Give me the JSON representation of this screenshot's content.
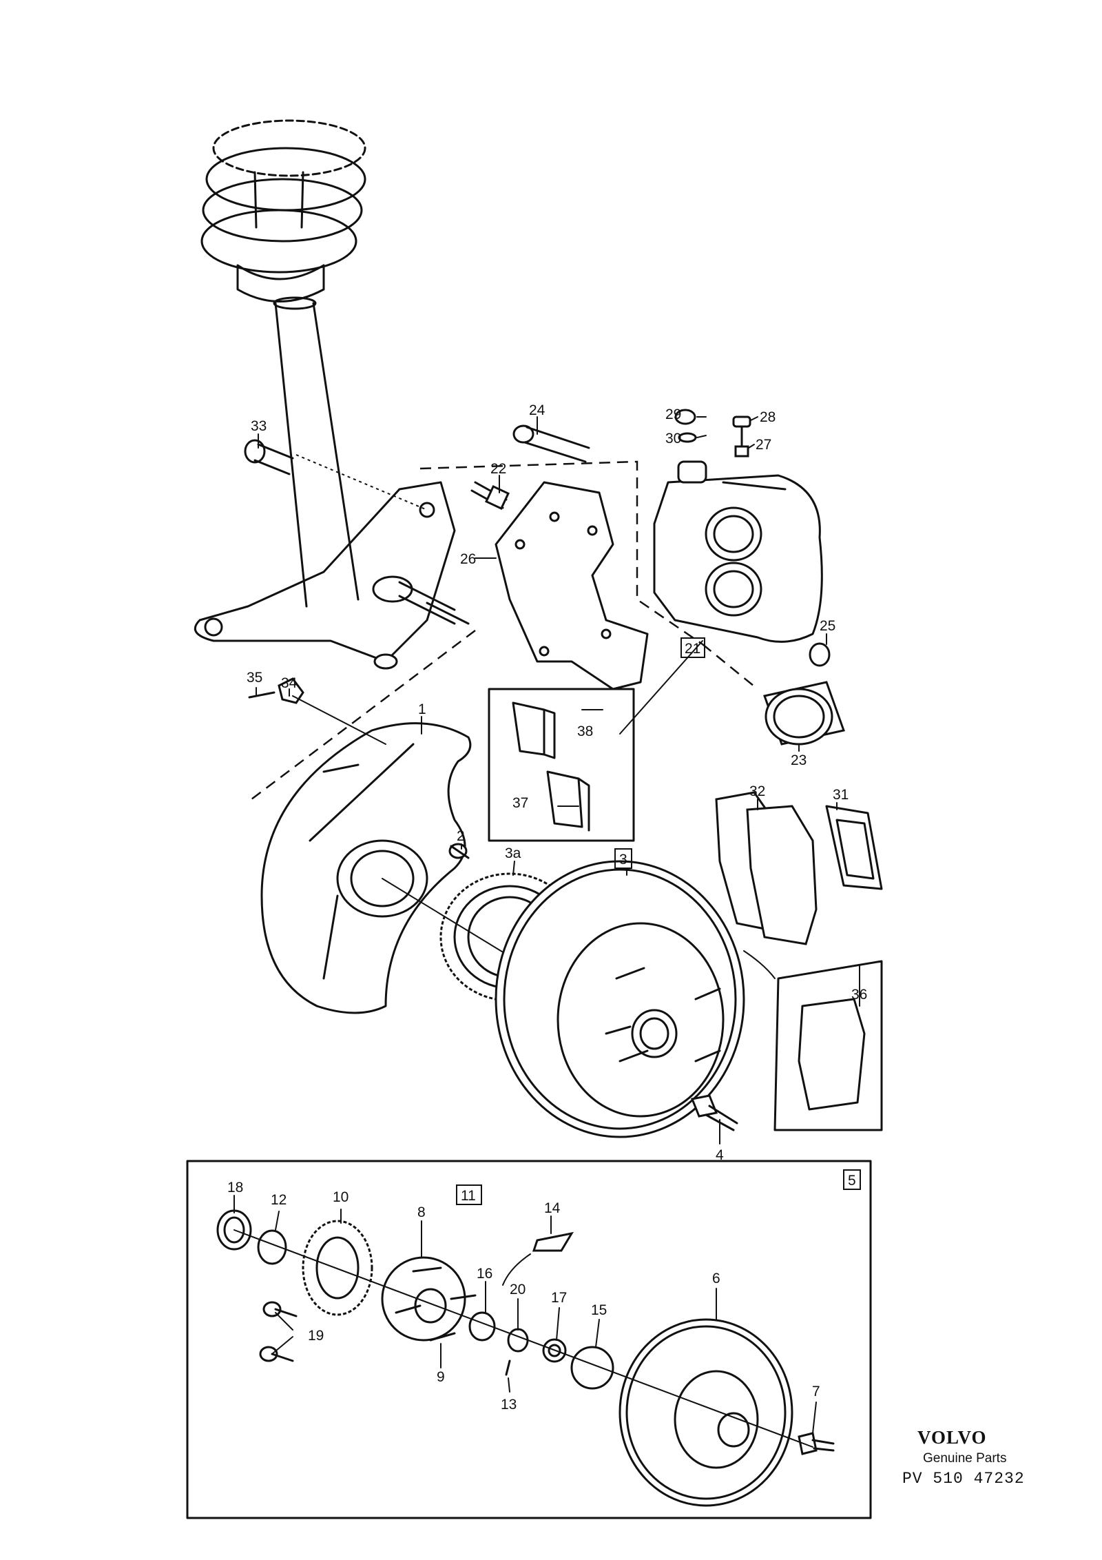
{
  "callouts": {
    "c1": "1",
    "c2": "2",
    "c3": "3",
    "c3a": "3a",
    "c4": "4",
    "c5": "5",
    "c6": "6",
    "c7": "7",
    "c8": "8",
    "c9": "9",
    "c10": "10",
    "c11": "11",
    "c12": "12",
    "c13": "13",
    "c14": "14",
    "c15": "15",
    "c16": "16",
    "c17": "17",
    "c18": "18",
    "c19": "19",
    "c20": "20",
    "c21": "21",
    "c22": "22",
    "c23": "23",
    "c24": "24",
    "c25": "25",
    "c26": "26",
    "c27": "27",
    "c28": "28",
    "c29": "29",
    "c30": "30",
    "c31": "31",
    "c32": "32",
    "c33": "33",
    "c34": "34",
    "c35": "35",
    "c36": "36",
    "c37": "37",
    "c38": "38"
  },
  "branding": {
    "logo": "VOLVO",
    "subtitle": "Genuine Parts",
    "code": "PV 510  47232"
  }
}
